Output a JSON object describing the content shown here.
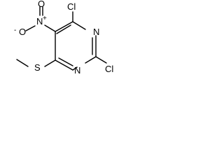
{
  "atoms": {
    "cl_top": "Cl",
    "cl_right": "Cl",
    "n_top_ring": "N",
    "n_bottom_ring": "N",
    "nitro_n": "N",
    "nitro_o_top": "O",
    "nitro_o_left": "O",
    "nitro_o_left_charge": "-",
    "nitro_n_charge": "+",
    "sulfur": "S"
  },
  "colors": {
    "bond": "#000000",
    "text": "#000000",
    "background": "#ffffff"
  }
}
